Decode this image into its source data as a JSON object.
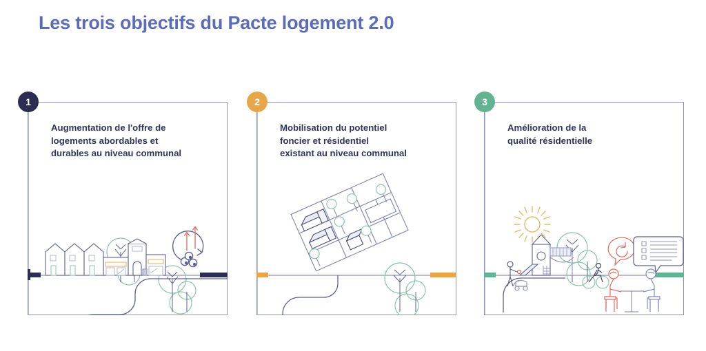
{
  "page": {
    "title": "Les trois objectifs du Pacte logement 2.0",
    "background_color": "#ffffff",
    "title_color": "#5b6bb5"
  },
  "palette": {
    "navy": "#2b2e52",
    "orange": "#e8a64a",
    "green": "#63b393",
    "indigo_line": "#8f93b8",
    "tree_green": "#8fc4ab",
    "coral": "#e2796e",
    "text_navy": "#2e3557",
    "sun_gold": "#e3b96a",
    "blue_figure": "#7d8cc4"
  },
  "panels": [
    {
      "badge": "1",
      "badge_color": "#2b2e52",
      "accent_color": "#2b2e52",
      "heading": "Augmentation de l'offre de\nlogements abordables et\ndurables au niveau communal",
      "illustration_name": "village-houses-growth-illustration",
      "illustration_elements": [
        "row-houses",
        "townhouse-with-awning",
        "trees",
        "growth-circle-icon",
        "red-up-arrows",
        "curved-road",
        "ground-line"
      ]
    },
    {
      "badge": "2",
      "badge_color": "#e8a64a",
      "accent_color": "#e8a64a",
      "heading": "Mobilisation du potentiel\nfoncier et résidentiel\nexistant au niveau communal",
      "illustration_name": "aerial-land-plot-illustration",
      "illustration_elements": [
        "tilted-parcel-plan",
        "buildings",
        "lollipop-trees",
        "curved-road",
        "ground-line"
      ]
    },
    {
      "badge": "3",
      "badge_color": "#63b393",
      "accent_color": "#63b393",
      "heading": "Amélioration de la\nqualité résidentielle",
      "illustration_name": "neighbourhood-quality-of-life-illustration",
      "illustration_elements": [
        "sun-icon",
        "playground-with-slide",
        "trees",
        "cyclist",
        "parent-with-stroller",
        "two-people-at-table",
        "speech-bubble-refresh-icon",
        "speech-bubble-checklist-icon",
        "curved-road",
        "ground-line"
      ]
    }
  ]
}
